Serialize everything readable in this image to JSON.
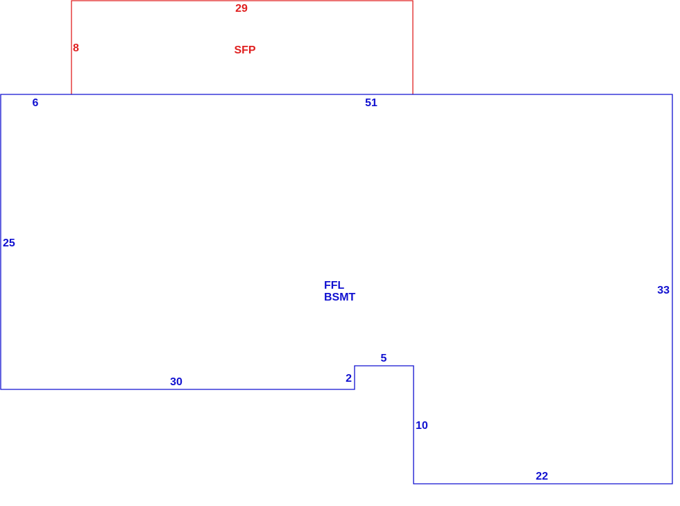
{
  "colors": {
    "upper_floor": "#e02020",
    "main_floor": "#1010d0",
    "background": "#ffffff"
  },
  "upper_area": {
    "label": "SFP",
    "dimensions": {
      "top": "29",
      "left": "8"
    }
  },
  "main_area": {
    "label_line1": "FFL",
    "label_line2": "BSMT",
    "dimensions": {
      "top_left": "6",
      "top_main": "51",
      "left": "25",
      "right": "33",
      "bottom_left": "30",
      "notch_height": "2",
      "notch_width": "5",
      "step_down": "10",
      "bottom_right": "22"
    }
  }
}
